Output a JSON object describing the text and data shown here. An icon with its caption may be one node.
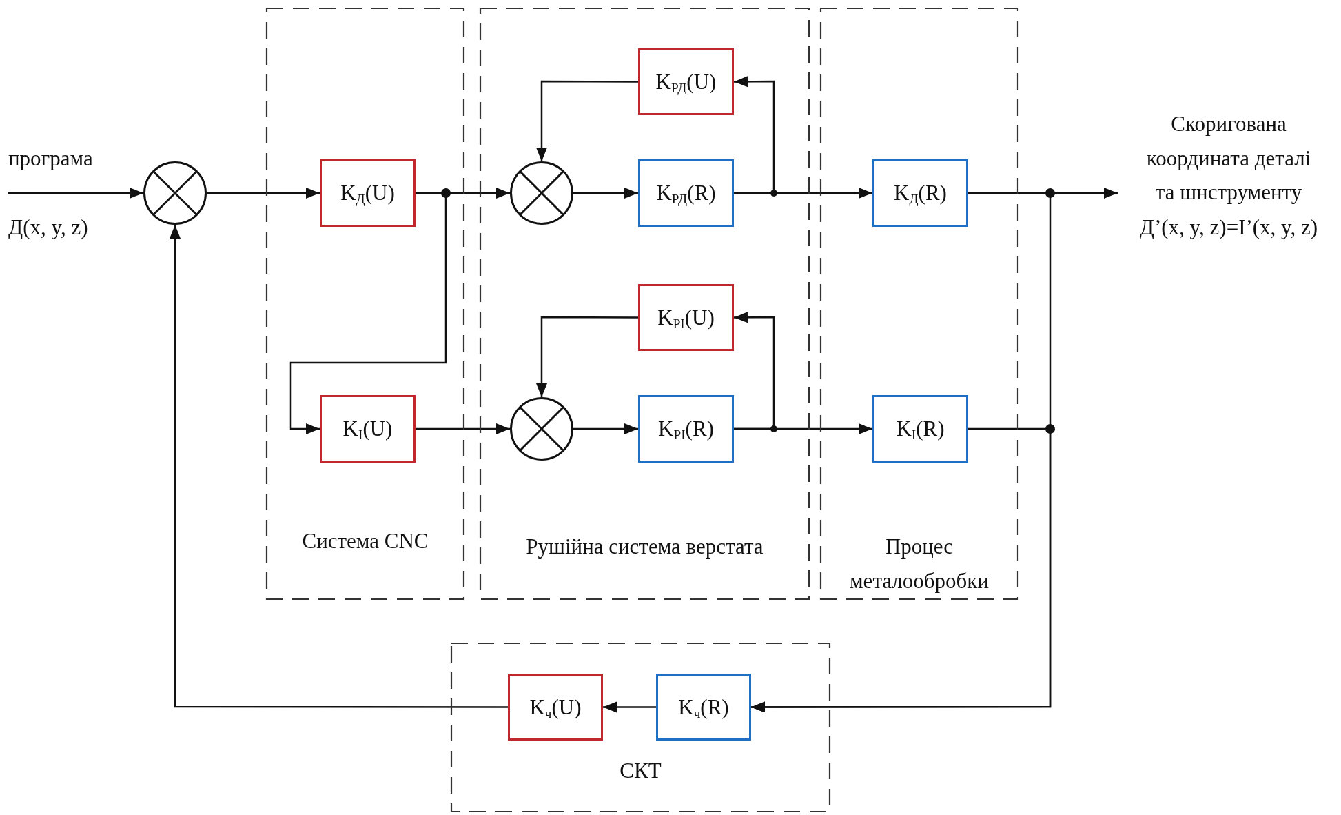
{
  "diagram": {
    "nodes": [
      {
        "text": [
          "програма",
          "Д(x, y, z)"
        ]
      },
      {
        "text": [],
        "shape": "circle"
      },
      {
        "text": [
          "Система CNC"
        ]
      },
      {
        "text": [
          "K$_{Д}$(U)"
        ],
        "in": 2
      },
      {
        "text": [
          "K$_{I}$(U)"
        ],
        "in": 2
      },
      {
        "text": [
          "Рушійна система верстата"
        ]
      },
      {
        "text": [],
        "shape": "circle",
        "in": 5
      },
      {
        "text": [
          "K$_{РД}$(U)"
        ],
        "in": 5
      },
      {
        "text": [
          "K$_{РД}$(R)"
        ],
        "in": 5
      },
      {
        "text": [],
        "shape": "circle",
        "in": 5
      },
      {
        "text": [
          "K$_{РI}$(U)"
        ],
        "in": 5
      },
      {
        "text": [
          "K$_{РI}$(R)"
        ],
        "in": 5
      },
      {
        "text": [
          "Процес металообробки"
        ]
      },
      {
        "text": [
          "K$_{Д}$(R)"
        ],
        "in": 12
      },
      {
        "text": [
          "K$_{I}$(R)"
        ],
        "in": 12
      },
      {
        "text": [
          "Скоригована координата деталі та шнструменту",
          "Д’(x, y, z)=I’(x, y, z)"
        ]
      },
      {
        "text": [
          "СКТ"
        ]
      },
      {
        "text": [
          "K$_{ч}$(U)"
        ],
        "in": 16
      },
      {
        "text": [
          "K$_{ч}$(R)"
        ],
        "in": 16
      }
    ],
    "edges": [
      {
        "from": 0,
        "to": 1,
        "arrow": "to"
      },
      {
        "from": 1,
        "to": 3,
        "arrow": "to"
      },
      {
        "from": 3,
        "to": 6,
        "arrow": "to"
      },
      {
        "from": 3,
        "to": 4,
        "arrow": "to"
      },
      {
        "from": 6,
        "to": 8,
        "arrow": "to"
      },
      {
        "from": 8,
        "to": 13,
        "arrow": "to"
      },
      {
        "from": 8,
        "to": 7,
        "arrow": "to"
      },
      {
        "from": 7,
        "to": 6,
        "arrow": "to"
      },
      {
        "from": 4,
        "to": 9,
        "arrow": "to"
      },
      {
        "from": 9,
        "to": 11,
        "arrow": "to"
      },
      {
        "from": 11,
        "to": 14,
        "arrow": "to"
      },
      {
        "from": 11,
        "to": 10,
        "arrow": "to"
      },
      {
        "from": 10,
        "to": 9,
        "arrow": "to"
      },
      {
        "from": 13,
        "to": 15,
        "arrow": "to"
      },
      {
        "from": 13,
        "to": 18,
        "arrow": "to"
      },
      {
        "from": 14,
        "to": 18,
        "arrow": "to"
      },
      {
        "from": 18,
        "to": 17,
        "arrow": "to"
      },
      {
        "from": 17,
        "to": 1,
        "arrow": "to"
      }
    ]
  }
}
